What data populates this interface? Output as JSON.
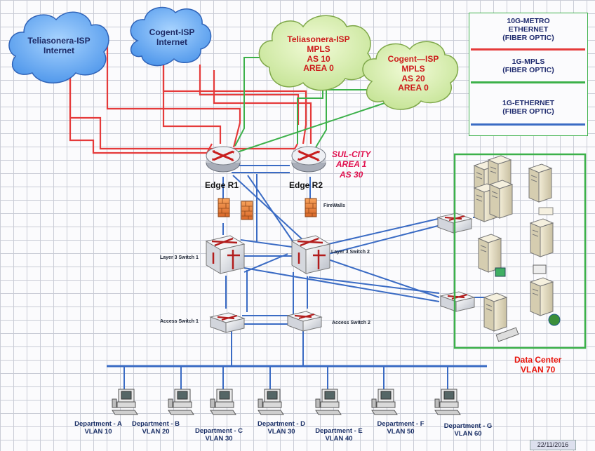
{
  "clouds": {
    "teliasonera_internet": {
      "line1": "Teliasonera-ISP",
      "line2": "Internet"
    },
    "cogent_internet": {
      "line1": "Cogent-ISP",
      "line2": "Internet"
    },
    "teliasonera_mpls": {
      "line1": "Teliasonera-ISP",
      "line2": "MPLS",
      "line3": "AS 10",
      "line4": "AREA 0"
    },
    "cogent_mpls": {
      "line1": "Cogent—ISP",
      "line2": "MPLS",
      "line3": "AS 20",
      "line4": "AREA 0"
    }
  },
  "legend": {
    "metro": {
      "line1": "10G-METRO",
      "line2": "ETHERNET",
      "line3": "(FIBER OPTIC)",
      "color": "#e53a3a"
    },
    "mpls": {
      "line1": "1G-MPLS",
      "line2": "(FIBER OPTIC)",
      "color": "#3cb14a"
    },
    "ethernet": {
      "line1": "1G-ETHERNET",
      "line2": "(FIBER OPTIC)",
      "color": "#3a6bc4"
    }
  },
  "area": {
    "line1": "SUL-CITY",
    "line2": "AREA 1",
    "line3": "AS 30"
  },
  "devices": {
    "edge_r1": "Edge R1",
    "edge_r2": "Edge R2",
    "firewalls": "FireWalls",
    "l3_switch_1": "Layer 3 Switch 1",
    "l3_switch_2": "Layer 3 Switch 2",
    "access_switch_1": "Access Switch 1",
    "access_switch_2": "Access Switch 2"
  },
  "data_center": {
    "line1": "Data Center",
    "line2": "VLAN 70"
  },
  "departments": [
    {
      "name": "Department - A",
      "vlan": "VLAN 10"
    },
    {
      "name": "Department - B",
      "vlan": "VLAN 20"
    },
    {
      "name": "Department - C",
      "vlan": "VLAN 30"
    },
    {
      "name": "Department - D",
      "vlan": "VLAN 30"
    },
    {
      "name": "Department - E",
      "vlan": "VLAN 40"
    },
    {
      "name": "Department - F",
      "vlan": "VLAN 50"
    },
    {
      "name": "Department - G",
      "vlan": "VLAN 60"
    }
  ],
  "date": "22/11/2016"
}
